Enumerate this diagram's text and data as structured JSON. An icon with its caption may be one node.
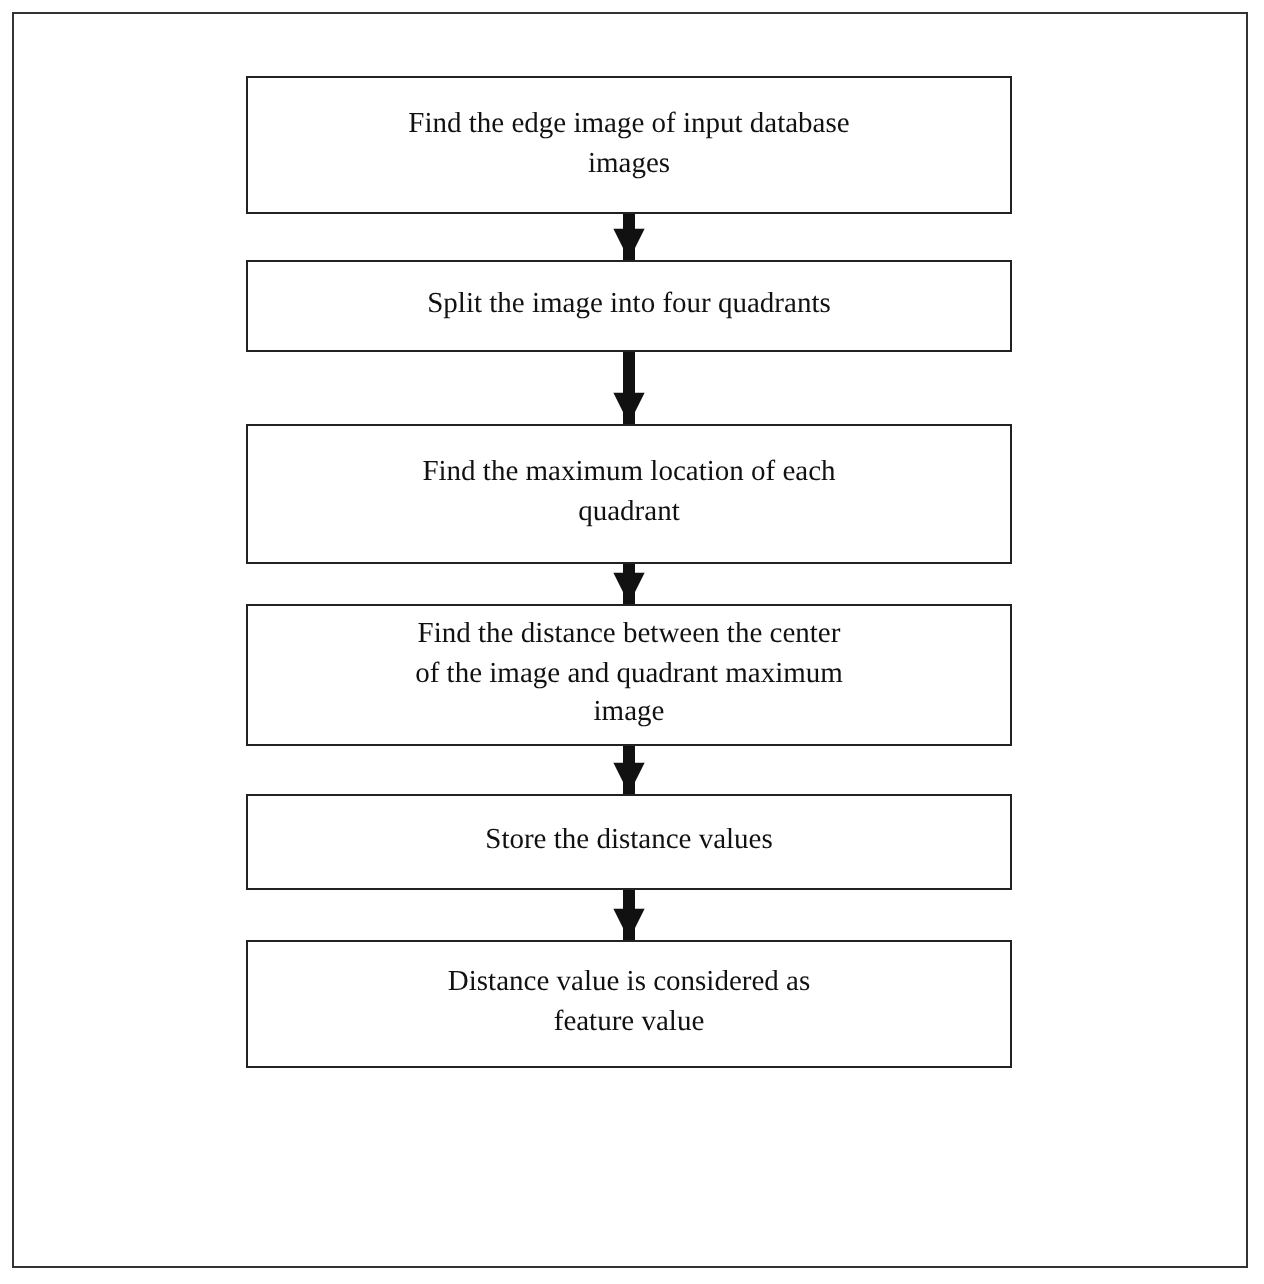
{
  "diagram": {
    "nodes": [
      {
        "text": [
          "Find the edge image of input database images"
        ]
      },
      {
        "text": [
          "Split the image into four quadrants"
        ]
      },
      {
        "text": [
          "Find the maximum location of each quadrant"
        ]
      },
      {
        "text": [
          "Find the distance between the center of the image and quadrant maximum image"
        ]
      },
      {
        "text": [
          "Store the distance values"
        ]
      },
      {
        "text": [
          "Distance value is considered as feature value"
        ]
      }
    ],
    "edges": [
      {
        "from": 0,
        "to": 1,
        "arrow": "to"
      },
      {
        "from": 1,
        "to": 2,
        "arrow": "to"
      },
      {
        "from": 2,
        "to": 3,
        "arrow": "to"
      },
      {
        "from": 3,
        "to": 4,
        "arrow": "to"
      },
      {
        "from": 4,
        "to": 5,
        "arrow": "to"
      }
    ]
  }
}
